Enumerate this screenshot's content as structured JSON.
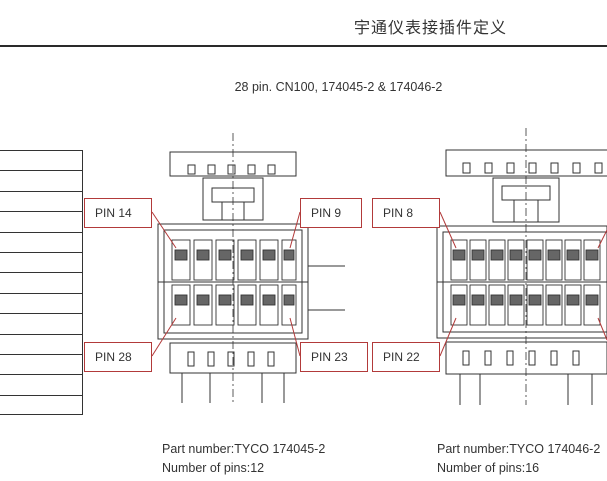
{
  "header": {
    "title": "宇通仪表接插件定义"
  },
  "subtitle": "28 pin. CN100, 174045-2 & 174046-2",
  "labels": {
    "pin14": "PIN 14",
    "pin9": "PIN 9",
    "pin8": "PIN 8",
    "pin28": "PIN 28",
    "pin23": "PIN 23",
    "pin22": "PIN 22"
  },
  "connector_left": {
    "part_number": "Part number:TYCO 174045-2",
    "pins": "Number of pins:12"
  },
  "connector_right": {
    "part_number": "Part number:TYCO 174046-2",
    "pins": "Number of pins:16"
  },
  "colors": {
    "label_border": "#b23a3a",
    "line": "#333333"
  }
}
